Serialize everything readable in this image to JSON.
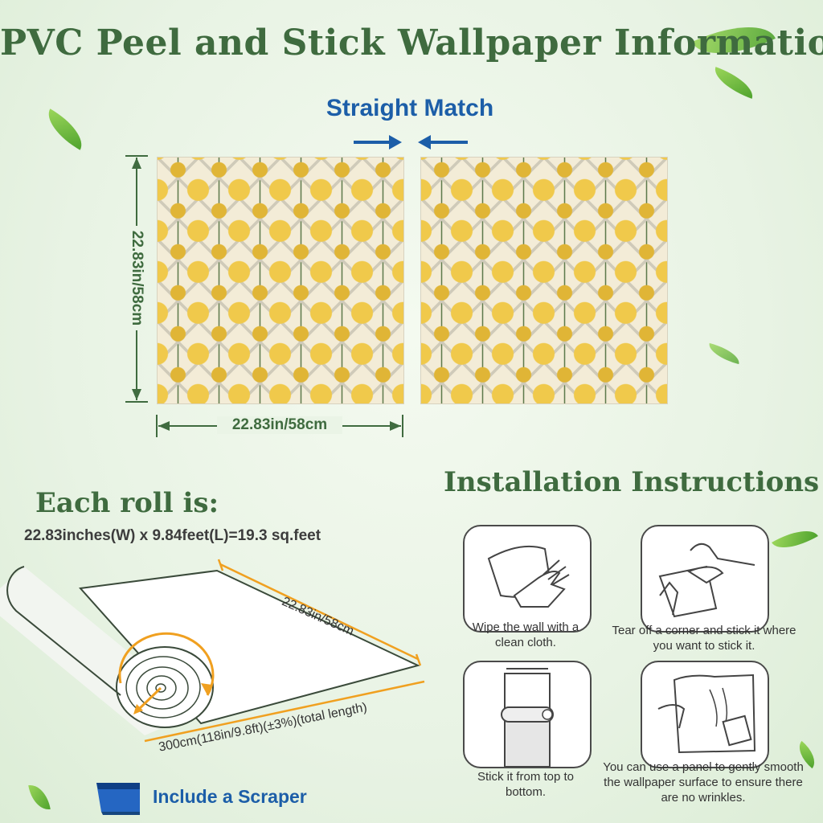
{
  "title": "PVC Peel and Stick Wallpaper Information",
  "match": {
    "label": "Straight Match"
  },
  "dimensions": {
    "height_label": "22.83in/58cm",
    "width_label": "22.83in/58cm"
  },
  "roll": {
    "heading": "Each roll is:",
    "spec": "22.83inches(W) x 9.84feet(L)=19.3 sq.feet",
    "width_label": "22.83in/58cm",
    "length_label": "300cm(118in/9.8ft)(±3%)(total length)"
  },
  "installation": {
    "heading": "Installation Instructions",
    "steps": [
      {
        "caption": "Wipe the wall with a clean cloth."
      },
      {
        "caption": "Tear off a corner and stick it where you want to stick it."
      },
      {
        "caption": "Stick it from top to bottom."
      },
      {
        "caption": "You can use a panel to gently smooth the wallpaper surface to ensure there are no wrinkles."
      }
    ]
  },
  "scraper": {
    "label": "Include a Scraper",
    "icon": "scraper-icon"
  },
  "colors": {
    "heading_green": "#3f6b3f",
    "accent_blue": "#1c5ea8",
    "orange": "#f0a020"
  }
}
